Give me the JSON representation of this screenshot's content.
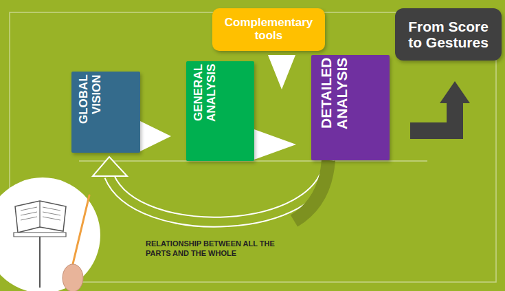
{
  "diagram": {
    "nodes": [
      {
        "text": [
          "GLOBAL VISION"
        ]
      },
      {
        "text": [
          "GENERAL ANALYSIS"
        ]
      },
      {
        "text": [
          "Complementary tools"
        ]
      },
      {
        "text": [
          "DETAILED ANALYSIS"
        ]
      },
      {
        "text": [
          "From Score to Gestures"
        ]
      }
    ],
    "edges": [
      {
        "from": 0,
        "to": 1,
        "arrow": "to"
      },
      {
        "from": 1,
        "to": 3,
        "arrow": "to"
      },
      {
        "from": 2,
        "to": 3,
        "arrow": "to"
      },
      {
        "from": 3,
        "to": 0,
        "label": "RELATIONSHIP BETWEEN ALL THE PARTS AND THE WHOLE",
        "arrow": "to"
      },
      {
        "from": 3,
        "to": 4,
        "arrow": "to"
      }
    ]
  }
}
